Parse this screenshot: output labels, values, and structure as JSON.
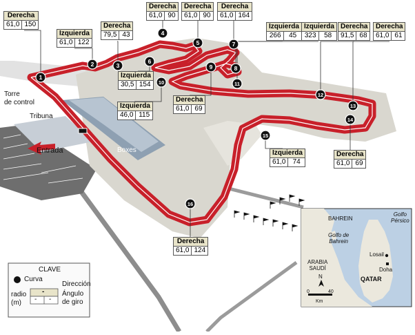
{
  "turns": [
    {
      "num": "1",
      "dir": "Derecha",
      "radius": "61,0",
      "angle": "150"
    },
    {
      "num": "2",
      "dir": "Izquierda",
      "radius": "61,0",
      "angle": "122"
    },
    {
      "num": "3",
      "dir": "Derecha",
      "radius": "79,5",
      "angle": "43"
    },
    {
      "num": "4",
      "dir": "Derecha",
      "radius": "61,0",
      "angle": "90"
    },
    {
      "num": "5",
      "dir": "Derecha",
      "radius": "61,0",
      "angle": "90"
    },
    {
      "num": "6",
      "dir": "Izquierda",
      "radius": "30,5",
      "angle": "154"
    },
    {
      "num": "7",
      "dir": "Derecha",
      "radius": "61,0",
      "angle": "164"
    },
    {
      "num": "8",
      "dir": "Izquierda",
      "radius": "266",
      "angle": "45"
    },
    {
      "num": "9",
      "dir": "Derecha",
      "radius": "61,0",
      "angle": "69"
    },
    {
      "num": "10",
      "dir": "Izquierda",
      "radius": "46,0",
      "angle": "115"
    },
    {
      "num": "11",
      "dir": "Izquierda",
      "radius": "323",
      "angle": "58"
    },
    {
      "num": "12",
      "dir": "Derecha",
      "radius": "91,5",
      "angle": "68"
    },
    {
      "num": "13",
      "dir": "Derecha",
      "radius": "61,0",
      "angle": "61"
    },
    {
      "num": "14",
      "dir": "Derecha",
      "radius": "61,0",
      "angle": "69"
    },
    {
      "num": "15",
      "dir": "Izquierda",
      "radius": "61,0",
      "angle": "74"
    },
    {
      "num": "16",
      "dir": "Derecha",
      "radius": "61,0",
      "angle": "124"
    }
  ],
  "places": {
    "torre": "Torre\nde control",
    "tribuna": "Tribuna",
    "entrada": "Entrada",
    "boxes": "Boxes"
  },
  "map": {
    "bahrein": "BAHREIN",
    "golfo_bahrein": "Golfo de\nBahrein",
    "golfo_persico": "Golfo\nPérsico",
    "arabia": "ARABIA\nSAUDÍ",
    "qatar": "QATAR",
    "lusail": "Losail",
    "doha": "Doha",
    "north": "N",
    "scale_0": "0",
    "scale_40": "40",
    "scale_unit": "Km"
  },
  "legend": {
    "title": "CLAVE",
    "curve": "Curva",
    "direction": "Dirección",
    "radius": "radio\n(m)",
    "angle": "Ángulo\nde giro",
    "dash": "-"
  },
  "colors": {
    "track": "#c8202a",
    "runoff": "#d9d7cf",
    "label_head": "#e8e4c9",
    "building": "#9aa9b7",
    "sea": "#bcd0e4"
  }
}
